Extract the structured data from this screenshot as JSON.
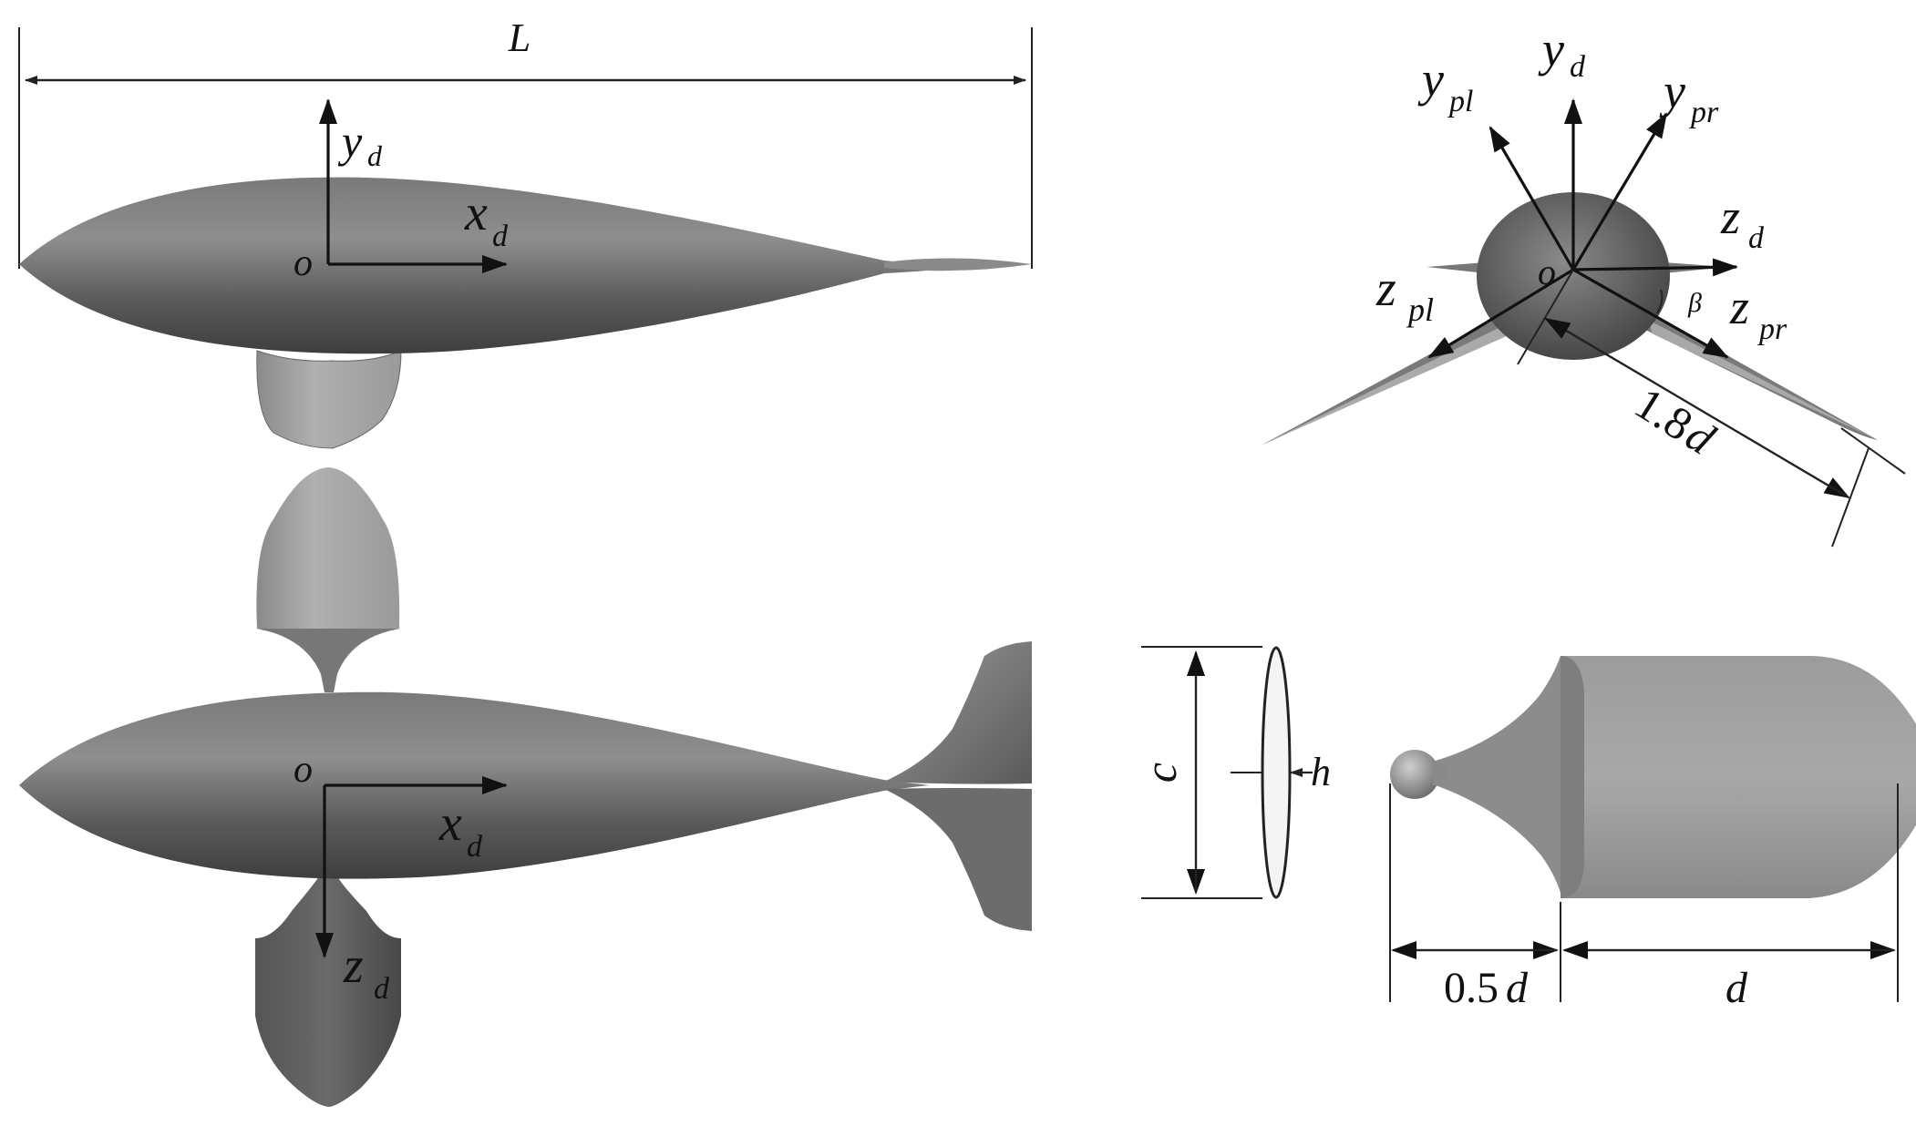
{
  "side_view": {
    "length_label": "L",
    "origin_label": "o",
    "x_axis": {
      "main": "x",
      "sub": "d"
    },
    "y_axis": {
      "main": "y",
      "sub": "d"
    }
  },
  "top_view": {
    "origin_label": "o",
    "x_axis": {
      "main": "x",
      "sub": "d"
    },
    "z_axis": {
      "main": "z",
      "sub": "d"
    }
  },
  "front_view": {
    "origin_label": "o",
    "y_d": {
      "main": "y",
      "sub": "d"
    },
    "y_pl": {
      "main": "y",
      "sub": "pl"
    },
    "y_pr": {
      "main": "y",
      "sub": "pr"
    },
    "z_d": {
      "main": "z",
      "sub": "d"
    },
    "z_pl": {
      "main": "z",
      "sub": "pl"
    },
    "z_pr": {
      "main": "z",
      "sub": "pr"
    },
    "angle_label": "β",
    "span_label_num": "1.8",
    "span_label_var": "d"
  },
  "section": {
    "chord_label": "c",
    "thickness_label": "h"
  },
  "fin_planform": {
    "stem_label_num": "0.5",
    "stem_label_var": "d",
    "blade_label": "d"
  }
}
